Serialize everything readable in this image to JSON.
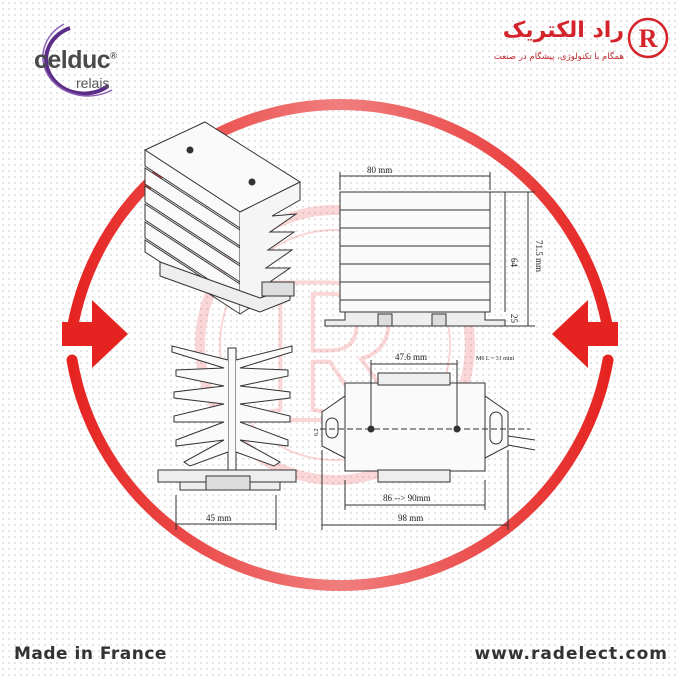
{
  "brand_left": {
    "name": "celduc",
    "registered": "®",
    "subtitle": "relais"
  },
  "brand_right": {
    "name": "راد الکتریک",
    "slogan": "همگام با تکنولوژی، پیشگام در صنعت",
    "mark": "R"
  },
  "footer": {
    "made_in": "Made in France",
    "website": "www.radelect.com"
  },
  "dimensions": {
    "width_top": "80 mm",
    "height_inner": "64",
    "height_total": "71.5 mm",
    "base": "25",
    "hole_spacing": "47.6 mm",
    "screw": "M6 L = 31 mini",
    "offset": "6.2",
    "rail": "86 --> 90mm",
    "overall": "98 mm",
    "front_width": "45 mm"
  },
  "colors": {
    "accent_red": "#e52421",
    "logo_purple": "#5b2d86",
    "text_dark": "#333333"
  },
  "icons": [
    "celduc-logo-icon",
    "rad-logo-icon",
    "arrow-right-icon",
    "arrow-left-icon",
    "watermark-icon"
  ]
}
